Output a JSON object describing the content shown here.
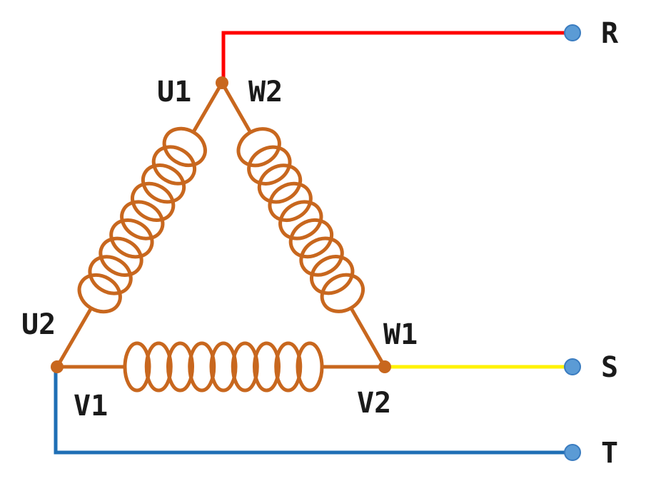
{
  "diagram": {
    "node_labels": {
      "u1": "U1",
      "w2": "W2",
      "u2": "U2",
      "w1": "W1",
      "v1": "V1",
      "v2": "V2"
    },
    "terminals": {
      "r": "R",
      "s": "S",
      "t": "T"
    },
    "colors": {
      "winding": "#C8671E",
      "node": "#C8671E",
      "line_r": "#FF0000",
      "line_s": "#FFF200",
      "line_t": "#1F6FB5",
      "terminal_fill": "#5B9BD5",
      "terminal_stroke": "#3A7CC0",
      "text": "#1a1a1a"
    }
  }
}
